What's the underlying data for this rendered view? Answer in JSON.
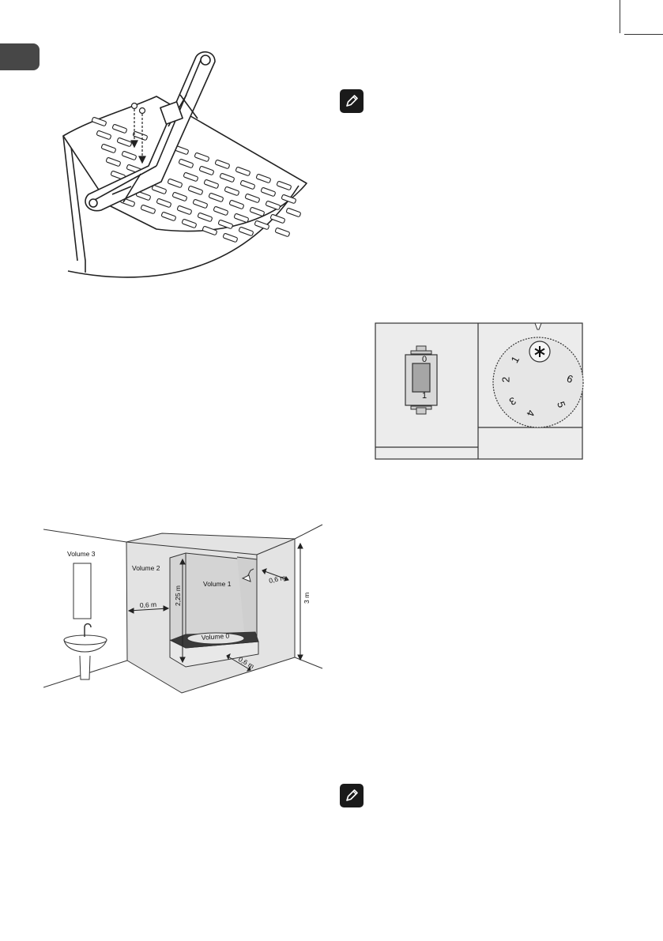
{
  "bathroom_figure": {
    "volume3": "Volume 3",
    "volume2": "Volume 2",
    "volume1": "Volume 1",
    "volume0": "Volume 0",
    "dim_height_inner": "2,25 m",
    "dim_height_room": "3 m",
    "dim_left": "0,6 m",
    "dim_right": "0,6 m",
    "dim_bottom": "0,6 m"
  },
  "control_panel": {
    "switch_on": "0",
    "switch_off": "1",
    "dial_numbers": [
      "1",
      "2",
      "3",
      "4",
      "5",
      "6"
    ]
  },
  "icons": {
    "note": "pencil-note-icon",
    "page_tab": "language-tab-icon"
  }
}
